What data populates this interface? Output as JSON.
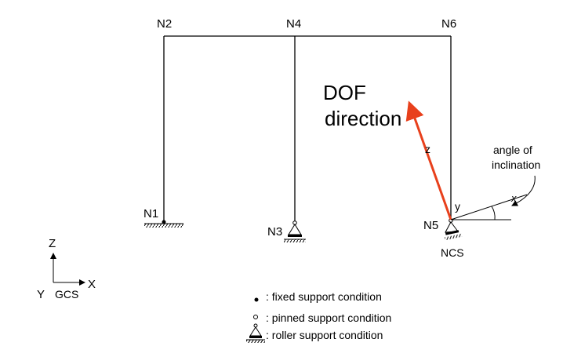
{
  "nodes": {
    "n1": "N1",
    "n2": "N2",
    "n3": "N3",
    "n4": "N4",
    "n5": "N5",
    "n6": "N6"
  },
  "dof": {
    "line1": "DOF",
    "line2": "direction",
    "color": "#e8401c"
  },
  "local_axes": {
    "z": "z",
    "y": "y",
    "x": "x",
    "system": "NCS"
  },
  "angle_annotation": {
    "line1": "angle of",
    "line2": "inclination"
  },
  "global_axes": {
    "z": "Z",
    "y": "Y",
    "x": "X",
    "system": "GCS"
  },
  "legend": {
    "fixed": ": fixed support condition",
    "pinned": ": pinned support condition",
    "roller": ": roller support condition"
  }
}
